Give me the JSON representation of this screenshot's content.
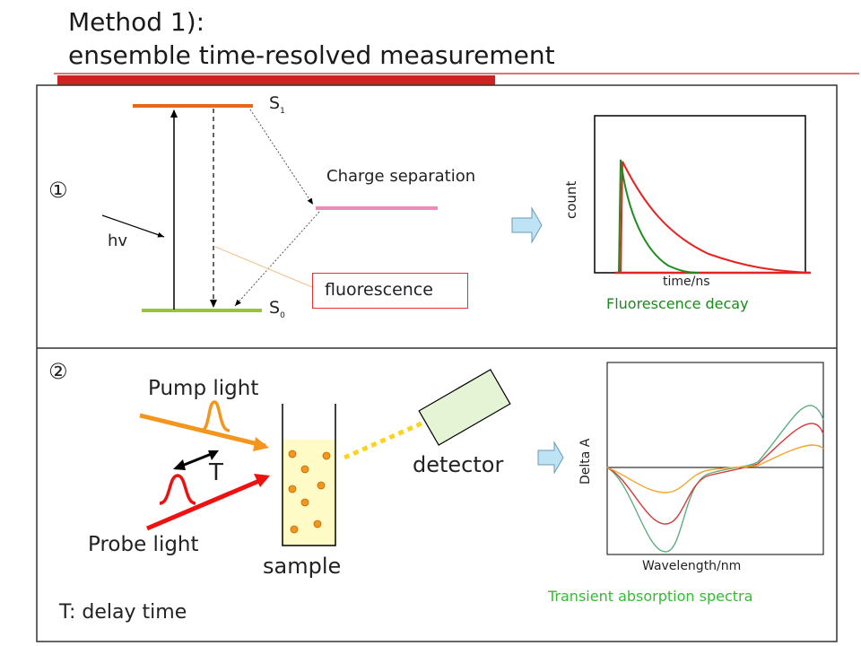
{
  "title": {
    "line1": "Method 1):",
    "line2": "ensemble time-resolved measurement"
  },
  "panel1": {
    "marker": "①",
    "s1_label": "S",
    "s1_sub": "1",
    "s0_label": "S",
    "s0_sub": "0",
    "charge_separation": "Charge separation",
    "hv": "hv",
    "fluorescence": "fluorescence",
    "graph": {
      "ylabel": "count",
      "xlabel": "time/ns",
      "caption": "Fluorescence decay"
    }
  },
  "panel2": {
    "marker": "②",
    "pump_light": "Pump light",
    "probe_light": "Probe light",
    "t_label": "T",
    "detector": "detector",
    "sample": "sample",
    "delay_note": "T: delay time",
    "graph": {
      "ylabel": "Delta A",
      "xlabel": "Wavelength/nm",
      "caption": "Transient absorption spectra"
    }
  },
  "colors": {
    "accent_red": "#cc2222",
    "s1_level": "#e8661a",
    "s0_level": "#99c33a",
    "cs_level": "#f08ab8",
    "decay_red": "#e62222",
    "decay_green": "#1f8c1f",
    "caption_green": "#1a8a1a",
    "caption_bright_green": "#33bb33"
  }
}
